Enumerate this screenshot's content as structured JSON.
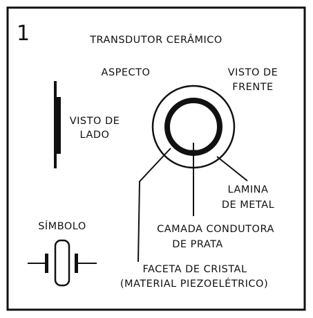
{
  "figure_number": "1",
  "title": "TRANSDUTOR CERÂMICO",
  "labels": {
    "aspecto": "ASPECTO",
    "visto_de_frente_1": "VISTO DE",
    "visto_de_frente_2": "FRENTE",
    "visto_de_lado_1": "VISTO DE",
    "visto_de_lado_2": "LADO",
    "lamina_1": "LAMINA",
    "lamina_2": "DE METAL",
    "simbolo": "SÍMBOLO",
    "camada_1": "CAMADA CONDUTORA",
    "camada_2": "DE PRATA",
    "faceta_1": "FACETA DE CRISTAL",
    "faceta_2": "(MATERIAL PIEZOELÉTRICO)"
  },
  "colors": {
    "ink": "#111111",
    "paper": "#ffffff"
  }
}
